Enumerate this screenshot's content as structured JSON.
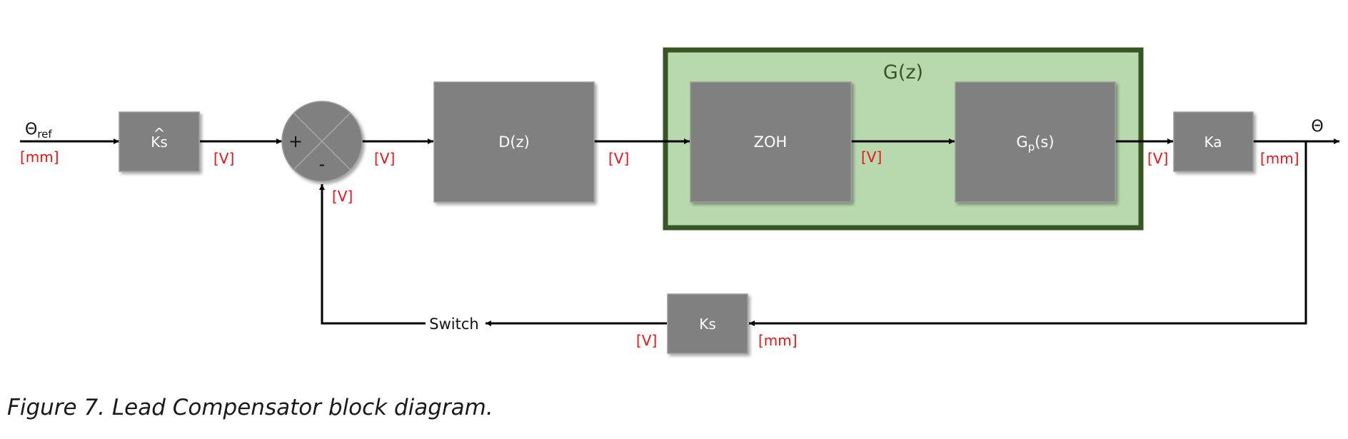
{
  "diagram": {
    "input_symbol": "Θ",
    "input_subscript": "ref",
    "output_symbol": "Θ",
    "blocks": {
      "sensor_estimate": {
        "label": "Ks",
        "hat": "^"
      },
      "controller": {
        "label": "D(z)"
      },
      "plant_group": {
        "label": "G(z)"
      },
      "zoh": {
        "label": "ZOH"
      },
      "plant": {
        "label_main": "G",
        "label_sub": "p",
        "label_arg": "(s)"
      },
      "actuator": {
        "label": "Ka"
      },
      "feedback_sensor": {
        "label": "Ks"
      }
    },
    "summing_junction": {
      "plus_sign": "+",
      "minus_sign": "-"
    },
    "switch_label": "Switch",
    "units": {
      "input": "[mm]",
      "after_ks_hat": "[V]",
      "after_sum": "[V]",
      "feedback_into_sum": "[V]",
      "after_dz": "[V]",
      "after_zoh": "[V]",
      "after_gp": "[V]",
      "output": "[mm]",
      "feedback_sensor_out": "[V]",
      "feedback_sensor_in": "[mm]"
    },
    "colors": {
      "block_fill": "#808080",
      "group_fill": "#b8d8ae",
      "group_border": "#375623",
      "group_label": "#375623",
      "unit_text": "#e8141b"
    }
  },
  "caption": "Figure 7. Lead Compensator block diagram."
}
